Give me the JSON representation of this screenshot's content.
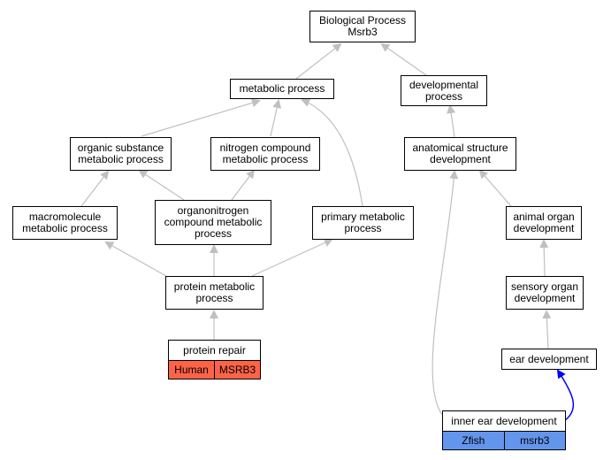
{
  "colors": {
    "edge": "#c0c0c0",
    "highlight_edge": "#0000ff",
    "human_fill": "#ff6347",
    "zfish_fill": "#6495ed",
    "node_border": "#000000"
  },
  "nodes": {
    "root": {
      "line1": "Biological Process",
      "line2": "Msrb3"
    },
    "metabolic": {
      "line1": "metabolic process"
    },
    "developmental": {
      "line1": "developmental",
      "line2": "process"
    },
    "organic_substance": {
      "line1": "organic substance",
      "line2": "metabolic process"
    },
    "nitrogen_compound": {
      "line1": "nitrogen compound",
      "line2": "metabolic process"
    },
    "anatomical": {
      "line1": "anatomical structure",
      "line2": "development"
    },
    "macromolecule": {
      "line1": "macromolecule",
      "line2": "metabolic process"
    },
    "organonitrogen": {
      "line1": "organonitrogen",
      "line2": "compound metabolic",
      "line3": "process"
    },
    "primary_metabolic": {
      "line1": "primary metabolic",
      "line2": "process"
    },
    "animal_organ": {
      "line1": "animal organ",
      "line2": "development"
    },
    "protein_metabolic": {
      "line1": "protein metabolic",
      "line2": "process"
    },
    "sensory_organ": {
      "line1": "sensory organ",
      "line2": "development"
    },
    "protein_repair": {
      "title": "protein repair",
      "species": "Human",
      "gene": "MSRB3"
    },
    "ear_development": {
      "line1": "ear development"
    },
    "inner_ear": {
      "title": "inner ear development",
      "species": "Zfish",
      "gene": "msrb3"
    }
  }
}
